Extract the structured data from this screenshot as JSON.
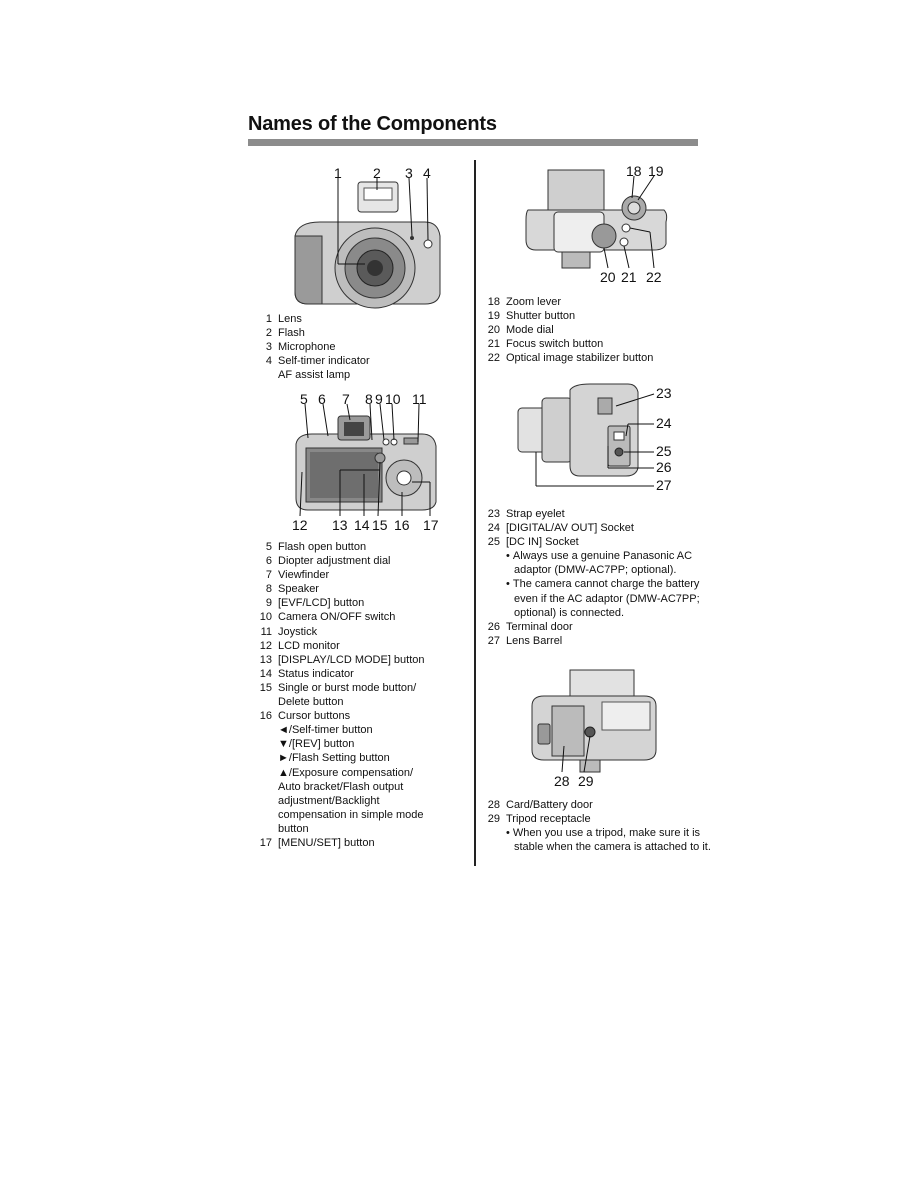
{
  "page_title": "Names of the Components",
  "fig_front": {
    "labels": [
      "1",
      "2",
      "3",
      "4"
    ]
  },
  "list_a": [
    {
      "n": "1",
      "text": "Lens"
    },
    {
      "n": "2",
      "text": "Flash"
    },
    {
      "n": "3",
      "text": "Microphone"
    },
    {
      "n": "4",
      "text": "Self-timer indicator",
      "sub": [
        "AF assist lamp"
      ]
    }
  ],
  "fig_back": {
    "labels": [
      "5",
      "6",
      "7",
      "8",
      "9",
      "10",
      "11",
      "12",
      "13",
      "14",
      "15",
      "16",
      "17"
    ]
  },
  "list_b": [
    {
      "n": "5",
      "text": "Flash open button"
    },
    {
      "n": "6",
      "text": "Diopter adjustment dial"
    },
    {
      "n": "7",
      "text": "Viewfinder"
    },
    {
      "n": "8",
      "text": "Speaker"
    },
    {
      "n": "9",
      "text": "[EVF/LCD] button"
    },
    {
      "n": "10",
      "text": "Camera ON/OFF switch"
    },
    {
      "n": "11",
      "text": "Joystick"
    },
    {
      "n": "12",
      "text": "LCD monitor"
    },
    {
      "n": "13",
      "text": "[DISPLAY/LCD MODE] button"
    },
    {
      "n": "14",
      "text": "Status indicator"
    },
    {
      "n": "15",
      "text": "Single or burst mode button/",
      "sub": [
        "Delete button"
      ]
    },
    {
      "n": "16",
      "text": "Cursor buttons",
      "sub": [
        "◄/Self-timer button",
        "▼/[REV] button",
        "►/Flash Setting button",
        "▲/Exposure compensation/",
        "Auto bracket/Flash output",
        "adjustment/Backlight",
        "compensation in simple mode",
        "button"
      ]
    },
    {
      "n": "17",
      "text": "[MENU/SET] button"
    }
  ],
  "fig_top": {
    "labels": [
      "18",
      "19",
      "20",
      "21",
      "22"
    ]
  },
  "list_c": [
    {
      "n": "18",
      "text": "Zoom lever"
    },
    {
      "n": "19",
      "text": "Shutter button"
    },
    {
      "n": "20",
      "text": "Mode dial"
    },
    {
      "n": "21",
      "text": "Focus switch button"
    },
    {
      "n": "22",
      "text": "Optical image stabilizer button"
    }
  ],
  "fig_side": {
    "labels": [
      "23",
      "24",
      "25",
      "26",
      "27"
    ]
  },
  "list_d": [
    {
      "n": "23",
      "text": "Strap eyelet"
    },
    {
      "n": "24",
      "text": "[DIGITAL/AV OUT] Socket"
    },
    {
      "n": "25",
      "text": "[DC IN] Socket",
      "bullets": [
        "Always use a genuine Panasonic AC adaptor (DMW-AC7PP; optional).",
        "The camera cannot charge the battery even if the AC adaptor (DMW-AC7PP; optional) is connected."
      ]
    },
    {
      "n": "26",
      "text": "Terminal door"
    },
    {
      "n": "27",
      "text": "Lens Barrel"
    }
  ],
  "fig_bottom": {
    "labels": [
      "28",
      "29"
    ]
  },
  "list_e": [
    {
      "n": "28",
      "text": "Card/Battery door"
    },
    {
      "n": "29",
      "text": "Tripod receptacle",
      "bullets": [
        "When you use a tripod, make sure it is stable when the camera is attached to it."
      ]
    }
  ]
}
